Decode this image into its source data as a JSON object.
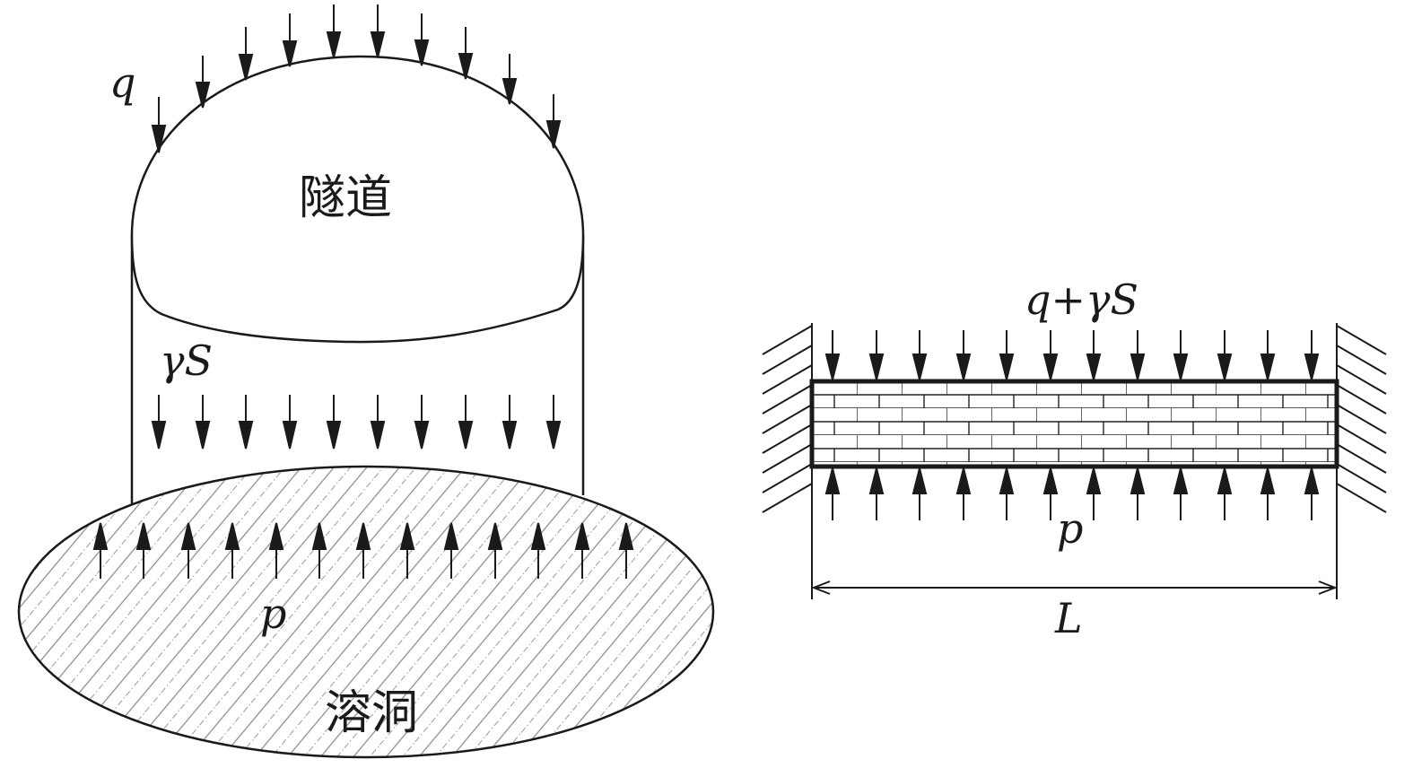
{
  "left_figure": {
    "surface_load_label": "q",
    "rock_weight_label": "γS",
    "cavity_pressure_label": "p",
    "tunnel_label": "隧道",
    "cavity_label": "溶洞"
  },
  "right_figure": {
    "top_load_label": "q+γS",
    "bottom_pressure_label": "p",
    "span_label": "L"
  }
}
